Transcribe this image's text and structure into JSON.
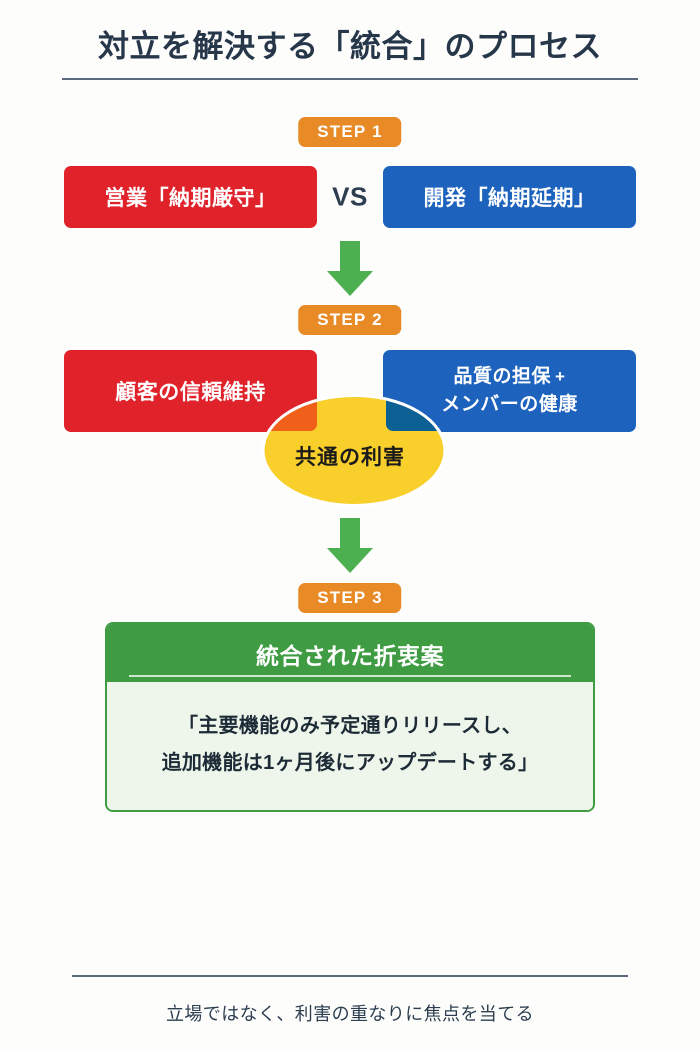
{
  "page": {
    "title": "対立を解決する「統合」のプロセス",
    "footer_note": "立場ではなく、利害の重なりに焦点を当てる"
  },
  "colors": {
    "background": "#fdfdfc",
    "title_text": "#27374a",
    "rule": "#5b6b7d",
    "step_badge": "#e88a26",
    "position_red": "#e0222b",
    "position_blue": "#1d62bd",
    "arrow_green": "#4caf50",
    "overlap_yellow": "#f8cf2b",
    "overlap_red_blend": "#f0601a",
    "overlap_blue_blend": "#0d6093",
    "result_green": "#3f9c43",
    "result_body_bg": "#eef6ec"
  },
  "steps": {
    "step1": {
      "badge": "STEP 1",
      "left_box": "営業「納期厳守」",
      "versus": "VS",
      "right_box": "開発「納期延期」"
    },
    "step2": {
      "badge": "STEP 2",
      "left_box": "顧客の信頼維持",
      "right_box_line1": "品質の担保",
      "right_box_plus": "+",
      "right_box_line2": "メンバーの健康",
      "overlap_label": "共通の利害"
    },
    "step3": {
      "badge": "STEP 3",
      "result_header": "統合された折衷案",
      "result_line1": "「主要機能のみ予定通りリリースし、",
      "result_line2": "追加機能は1ヶ月後にアップデートする」"
    }
  },
  "icons": {
    "arrow1": "arrow-down-icon",
    "arrow2": "arrow-down-icon"
  }
}
